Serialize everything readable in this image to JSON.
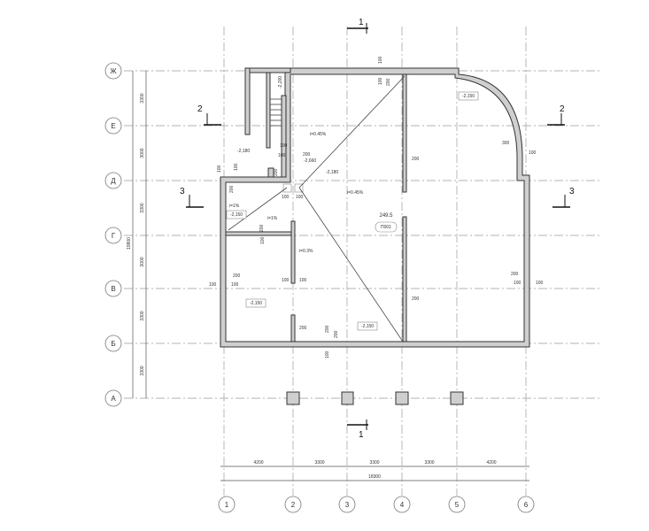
{
  "axes": {
    "columns": [
      "1",
      "2",
      "3",
      "4",
      "5",
      "6"
    ],
    "rows": [
      "Ж",
      "Е",
      "Д",
      "Г",
      "В",
      "Б",
      "А"
    ]
  },
  "dimensions": {
    "bottom_spans": [
      "4200",
      "3300",
      "3300",
      "3300",
      "4200"
    ],
    "bottom_total": "18300",
    "left_spans": [
      "3300",
      "3000",
      "3300",
      "3000",
      "3300",
      "3300"
    ],
    "left_total": "19800"
  },
  "sections": {
    "s1_top": "1",
    "s1_bottom": "1",
    "s2_left": "2",
    "s2_right": "2",
    "s3_left": "3",
    "s3_right": "3"
  },
  "room": {
    "area": "249.5",
    "tag": "П001"
  },
  "levels": {
    "l1": "-2,150",
    "l2": "-2,150",
    "l3": "-2,150",
    "l4": "-2,150",
    "l5": "-2,180",
    "l6": "-2,180",
    "l7": "-2,660",
    "l8": "-2,200"
  },
  "slopes": {
    "s1": "i=0.45%",
    "s2": "i=0.45%",
    "s3": "i=1%",
    "s4": "i=1%",
    "s5": "i=0.3%"
  },
  "marks": {
    "m100": "100",
    "m200": "200",
    "m300": "300"
  }
}
